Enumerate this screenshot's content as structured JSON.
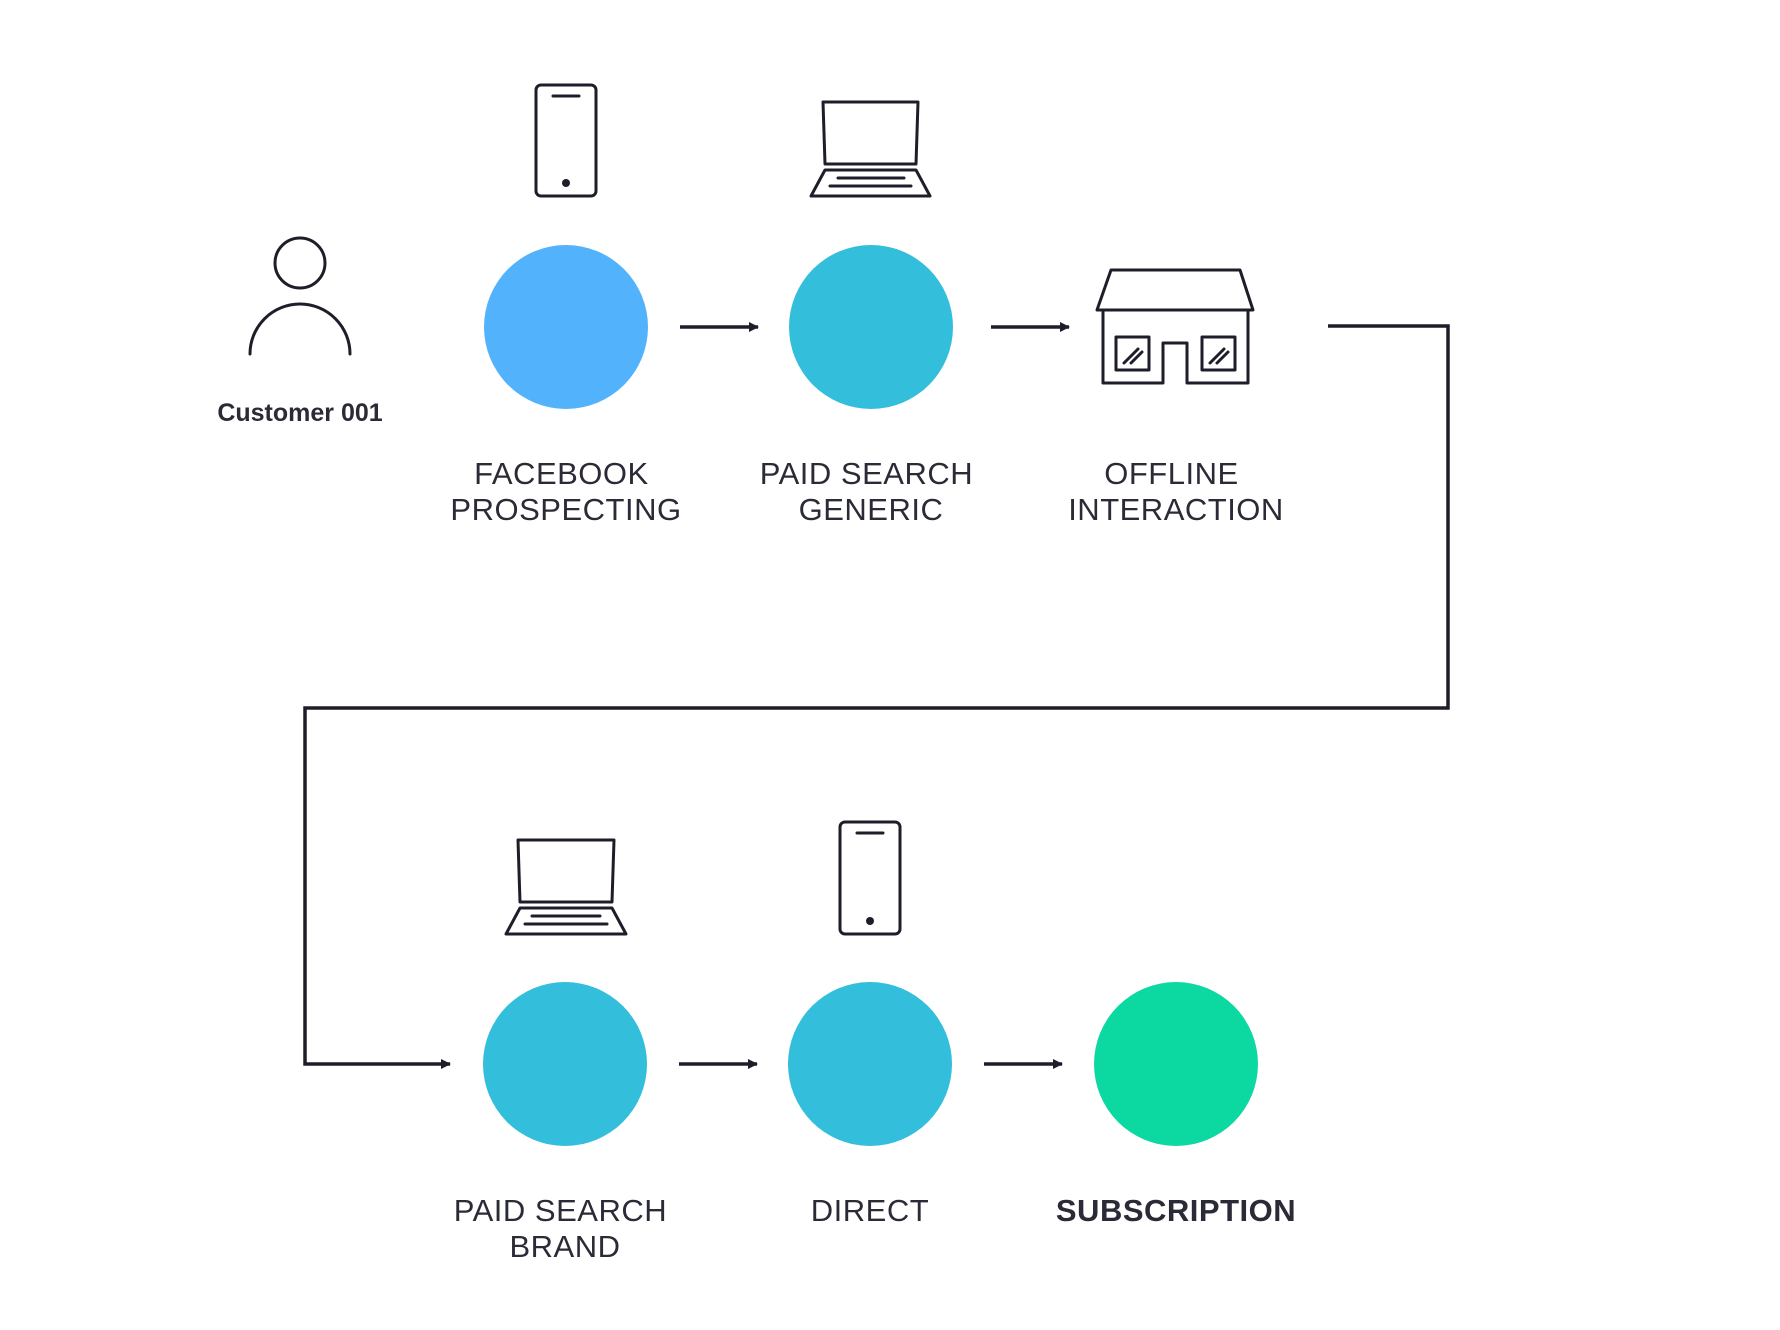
{
  "customer": {
    "name": "Customer 001",
    "icon": "person-icon"
  },
  "colors": {
    "facebook": "#52b3fc",
    "touchpoint": "#33bedc",
    "conversion": "#0cd8a2",
    "line": "#1e1e2a"
  },
  "steps": [
    {
      "id": "facebook-prospecting",
      "label": [
        "FACEBOOK",
        "PROSPECTING"
      ],
      "device": "smartphone-icon",
      "color": "#52b3fc"
    },
    {
      "id": "paid-search-generic",
      "label": [
        "PAID SEARCH",
        "GENERIC"
      ],
      "device": "laptop-icon",
      "color": "#33bedc"
    },
    {
      "id": "offline-interaction",
      "label": [
        "OFFLINE",
        "INTERACTION"
      ],
      "device": "store-icon",
      "color": null
    },
    {
      "id": "paid-search-brand",
      "label": [
        "PAID SEARCH",
        "BRAND"
      ],
      "device": "laptop-icon",
      "color": "#33bedc"
    },
    {
      "id": "direct",
      "label": [
        "DIRECT"
      ],
      "device": "smartphone-icon",
      "color": "#33bedc"
    },
    {
      "id": "subscription",
      "label": [
        "SUBSCRIPTION"
      ],
      "device": null,
      "color": "#0cd8a2"
    }
  ]
}
